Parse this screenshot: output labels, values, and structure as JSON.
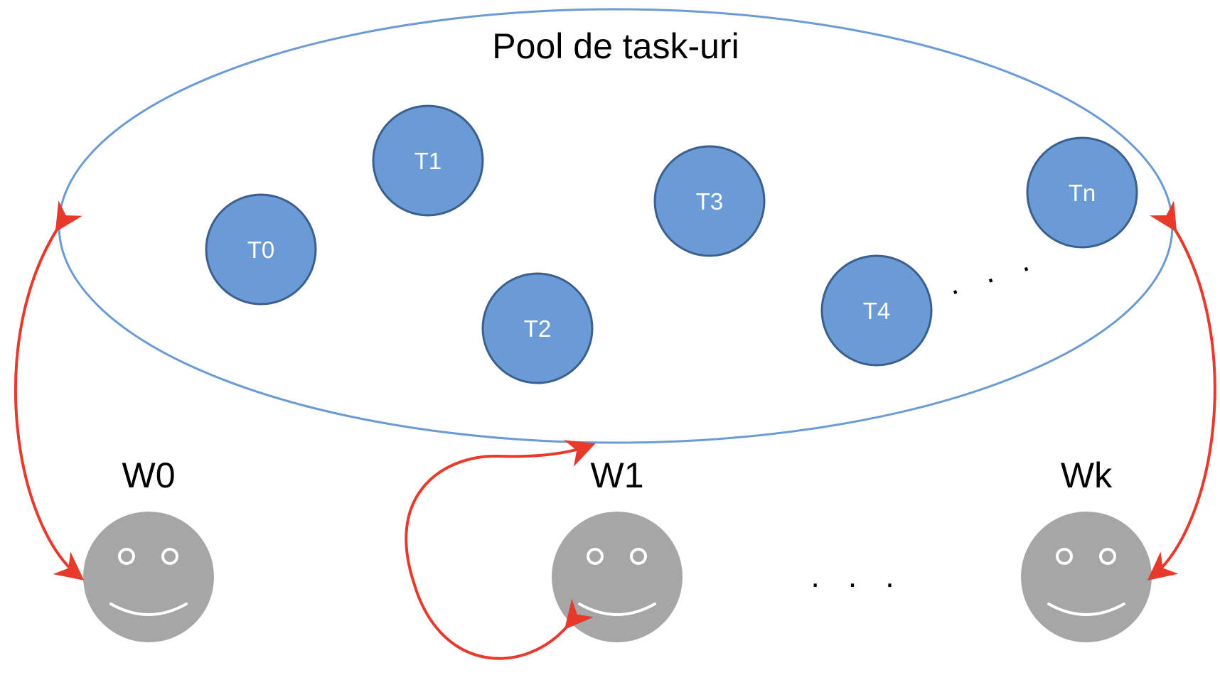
{
  "pool": {
    "title": "Pool de task-uri"
  },
  "tasks": [
    {
      "id": "t0",
      "label": "T0"
    },
    {
      "id": "t1",
      "label": "T1"
    },
    {
      "id": "t2",
      "label": "T2"
    },
    {
      "id": "t3",
      "label": "T3"
    },
    {
      "id": "t4",
      "label": "T4"
    },
    {
      "id": "tn",
      "label": "Tn"
    }
  ],
  "tasks_ellipsis": ". . .",
  "workers": [
    {
      "id": "w0",
      "label": "W0"
    },
    {
      "id": "w1",
      "label": "W1"
    },
    {
      "id": "wk",
      "label": "Wk"
    }
  ],
  "workers_ellipsis": ". . .",
  "colors": {
    "pool_outline": "#6a9bd4",
    "task_fill": "#6a9bd4",
    "task_stroke": "#3b5f8f",
    "worker_face": "#a6a6a6",
    "arrow": "#e83a2b",
    "text": "#000000"
  }
}
